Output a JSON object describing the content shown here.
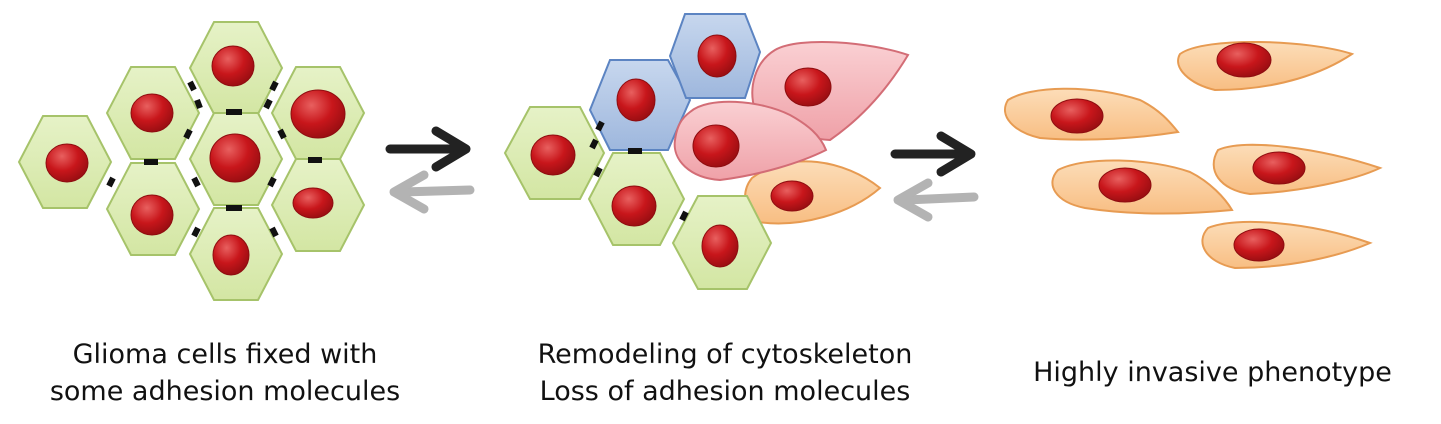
{
  "stages": [
    {
      "caption_lines": [
        "Glioma cells fixed with",
        "some adhesion molecules"
      ]
    },
    {
      "caption_lines": [
        "Remodeling of cytoskeleton",
        "Loss of adhesion molecules"
      ]
    },
    {
      "caption_lines": [
        "Highly invasive phenotype"
      ]
    }
  ],
  "colors": {
    "hex_fill": "#DDEDB5",
    "hex_stroke": "#A6C36A",
    "nucleus": "#C8161B",
    "nucleus_highlight": "#E8605F",
    "blue_cell_fill": "#B2C7E6",
    "blue_cell_stroke": "#5C84C2",
    "pink_cell_fill": "#F5B4B9",
    "pink_cell_stroke": "#D36D76",
    "orange_cell_fill": "#FBCE9E",
    "orange_cell_stroke": "#E79B52",
    "forward_arrow": "#222222",
    "reverse_arrow": "#B3B3B3",
    "adhesion_marks": "#111111"
  },
  "icons": [
    "forward-arrow-icon",
    "reverse-arrow-icon"
  ]
}
